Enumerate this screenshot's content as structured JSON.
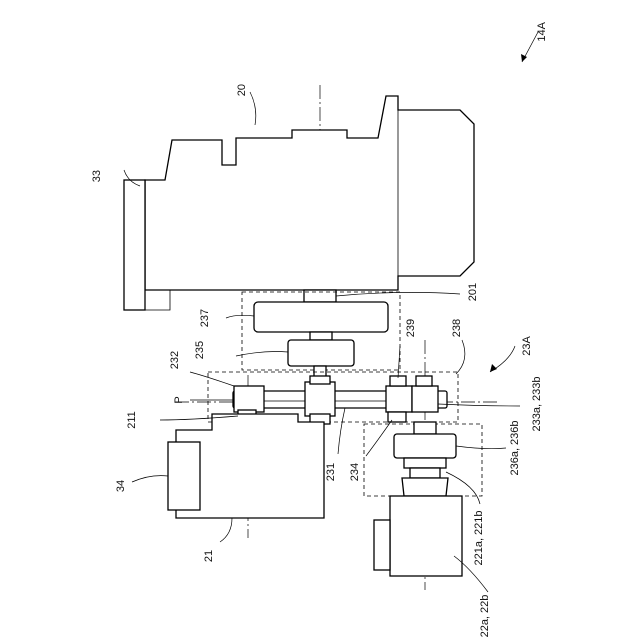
{
  "figure_id": "14A",
  "labels": {
    "l20": "20",
    "l33": "33",
    "l201": "201",
    "l237": "237",
    "l239": "239",
    "l238": "238",
    "l23A": "23A",
    "l235": "235",
    "l232": "232",
    "lP": "P",
    "l211": "211",
    "l233": "233a, 233b",
    "l231": "231",
    "l234": "234",
    "l236": "236a, 236b",
    "l34": "34",
    "l221": "221a, 221b",
    "l21": "21",
    "l22": "22a, 22b"
  }
}
